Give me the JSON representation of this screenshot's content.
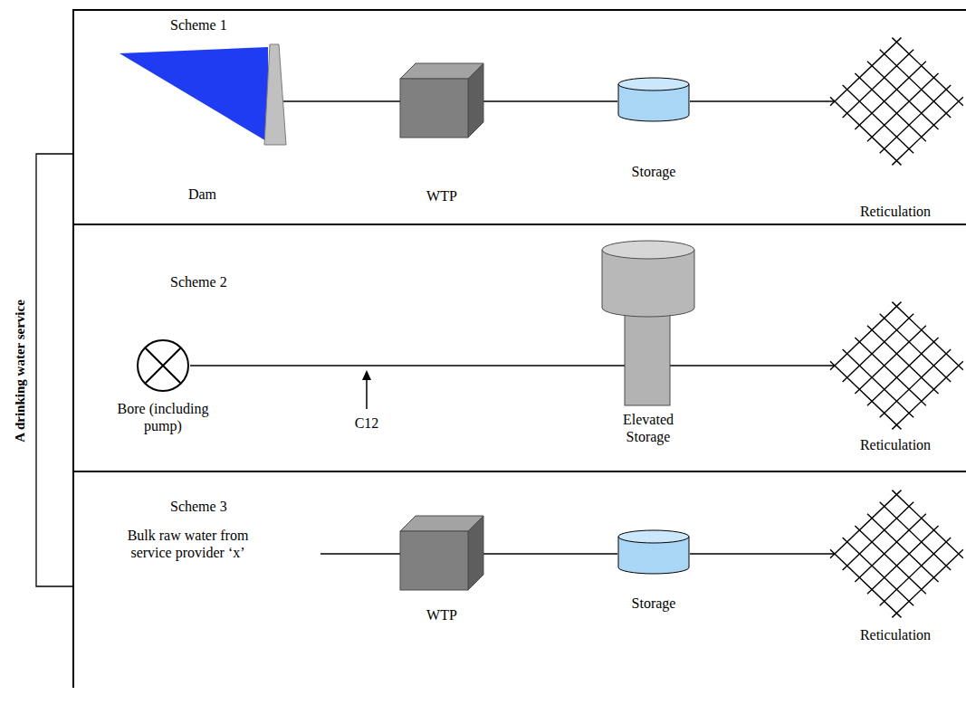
{
  "diagram": {
    "nodes": [
      {
        "text": [
          "Scheme 1"
        ]
      },
      {
        "text": [
          "Dam"
        ],
        "in": 0
      },
      {
        "text": [
          "WTP"
        ],
        "in": 0
      },
      {
        "text": [
          "Storage"
        ],
        "in": 0
      },
      {
        "text": [
          "Reticulation"
        ],
        "in": 0
      },
      {
        "text": [
          "Scheme 2"
        ]
      },
      {
        "text": [
          "Bore (including pump)"
        ],
        "in": 5
      },
      {
        "text": [
          "Elevated Storage"
        ],
        "in": 5
      },
      {
        "text": [
          "Reticulation"
        ],
        "in": 5
      },
      {
        "text": [
          "Scheme 3"
        ]
      },
      {
        "text": [
          "Bulk raw water from service provider ‘x’"
        ],
        "in": 9
      },
      {
        "text": [
          "WTP"
        ],
        "in": 9
      },
      {
        "text": [
          "Storage"
        ],
        "in": 9
      },
      {
        "text": [
          "Reticulation"
        ],
        "in": 9
      }
    ],
    "edges": [
      {
        "from": 1,
        "to": 2,
        "arrow": "none"
      },
      {
        "from": 2,
        "to": 3,
        "arrow": "none"
      },
      {
        "from": 3,
        "to": 4,
        "arrow": "none"
      },
      {
        "from": 6,
        "to": 7,
        "arrow": "none"
      },
      {
        "from": 7,
        "to": 8,
        "arrow": "none"
      },
      {
        "from": 10,
        "to": 11,
        "arrow": "none"
      },
      {
        "from": 11,
        "to": 12,
        "arrow": "none"
      },
      {
        "from": 12,
        "to": 13,
        "arrow": "none"
      }
    ],
    "labels": [
      "A drinking water service",
      "C12"
    ]
  }
}
